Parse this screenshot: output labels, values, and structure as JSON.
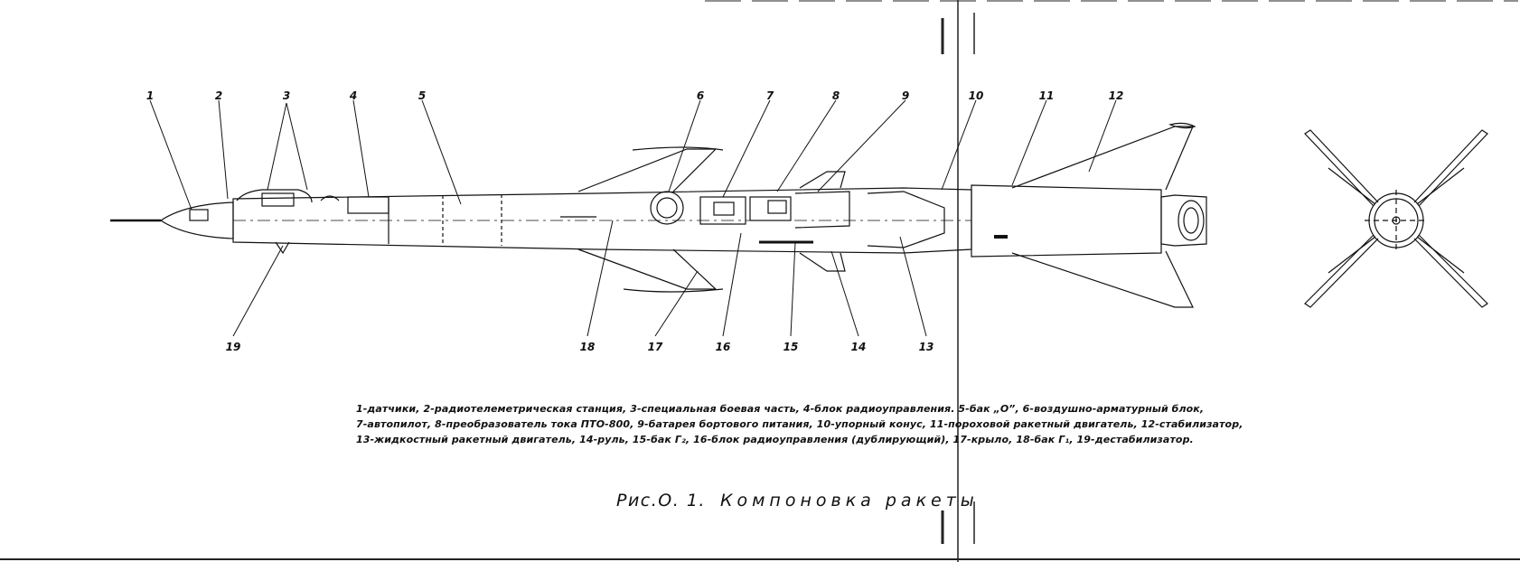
{
  "figure": {
    "caption_number": "Рис.О. 1.",
    "caption_title": "Компоновка ракеты",
    "callouts": [
      "1",
      "2",
      "3",
      "4",
      "5",
      "6",
      "7",
      "8",
      "9",
      "10",
      "11",
      "12",
      "13",
      "14",
      "15",
      "16",
      "17",
      "18",
      "19"
    ],
    "legend_lines": [
      "1-датчики, 2-радиотелеметрическая станция, 3-специальная боевая часть, 4-блок радиоуправления.   5-бак „О”, 6-воздушно-арматурный блок,",
      "7-автопилот, 8-преобразователь тока ПТО-800, 9-батарея бортового питания, 10-упорный конус, 11-пороховой ракетный двигатель, 12-стабилизатор,",
      "13-жидкостный ракетный двигатель, 14-руль, 15-бак Г₂, 16-блок радиоуправления (дублирующий), 17-крыло, 18-бак Г₁, 19-дестабилизатор."
    ]
  }
}
